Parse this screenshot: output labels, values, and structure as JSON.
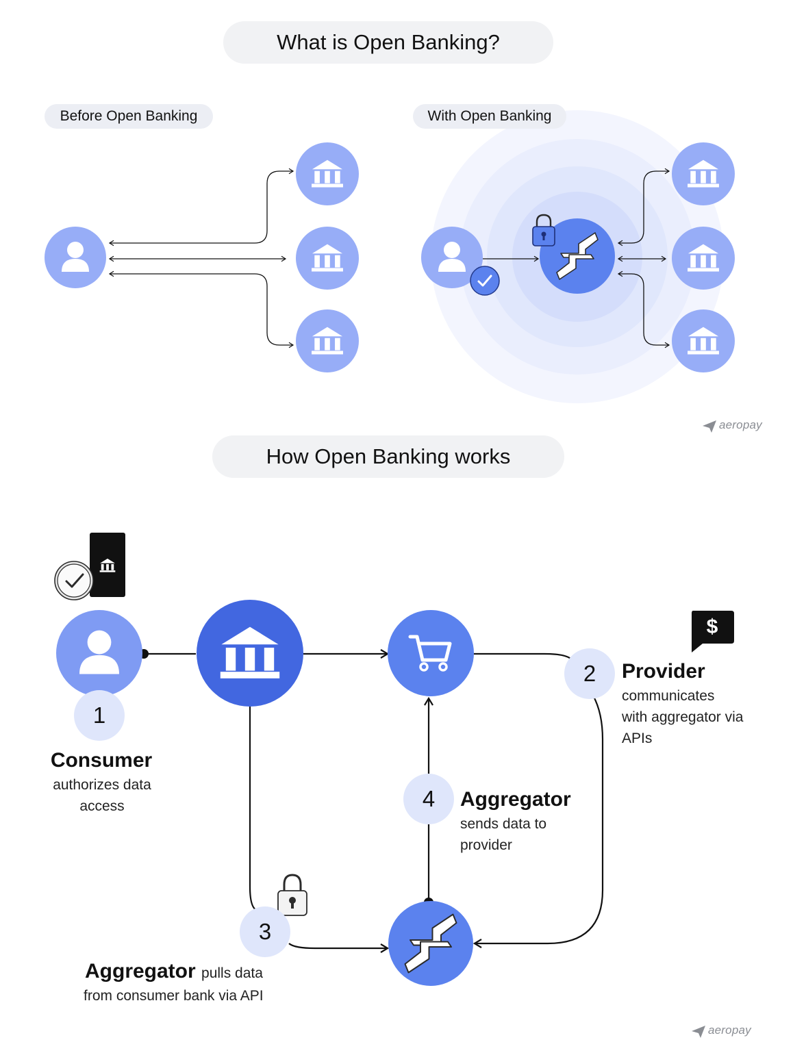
{
  "top_section": {
    "title": "What is Open Banking?",
    "before_label": "Before Open Banking",
    "with_label": "With Open Banking",
    "brand": "aeropay"
  },
  "bottom_section": {
    "title": "How Open Banking works",
    "steps": [
      {
        "number": "1",
        "title": "Consumer",
        "description": "authorizes data access"
      },
      {
        "number": "2",
        "title": "Provider",
        "description": "communicates with aggregator via APIs"
      },
      {
        "number": "3",
        "title": "Aggregator",
        "description_a": "pulls data",
        "description_b": "from consumer bank via API"
      },
      {
        "number": "4",
        "title": "Aggregator",
        "description": "sends data to provider"
      }
    ],
    "provider_symbol": "$",
    "brand": "aeropay"
  },
  "colors": {
    "light_blue": "#97adf7",
    "mid_blue": "#5b82ee",
    "dark_blue": "#4267e0",
    "number_bg": "#dfe6fb",
    "halo": "#e9eefd"
  },
  "icons": [
    "person-icon",
    "bank-icon",
    "cart-icon",
    "exchange-arrows-icon",
    "lock-icon",
    "check-icon",
    "phone-icon",
    "dollar-chat-icon",
    "aeropay-logo-icon"
  ]
}
